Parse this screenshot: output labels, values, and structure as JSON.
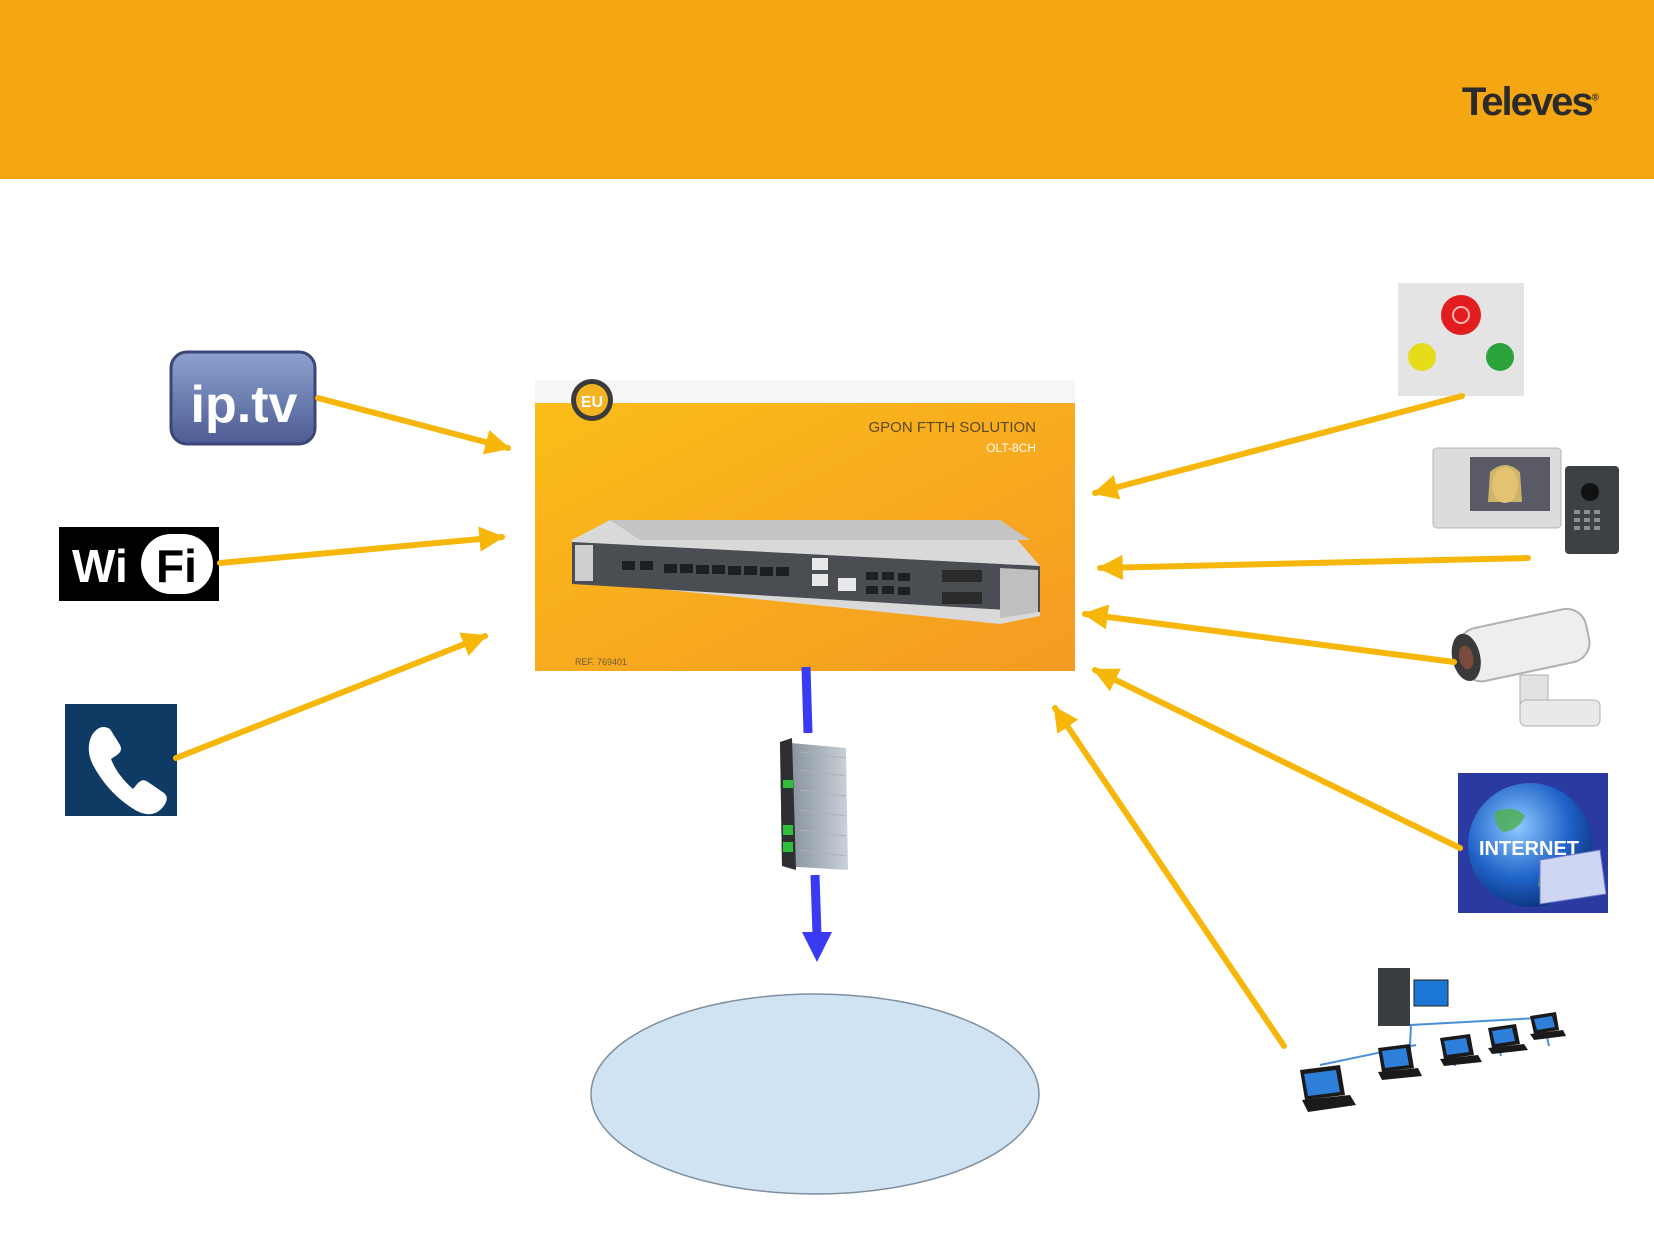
{
  "header": {
    "brand": "Televes"
  },
  "olt": {
    "title": "GPON FTTH SOLUTION",
    "subtitle": "OLT-8CH",
    "ref": "REF. 769401",
    "badge": "EU"
  },
  "services_left": [
    {
      "name": "iptv",
      "label_main": "ip",
      "label_end": "tv",
      "icon": "iptv-logo"
    },
    {
      "name": "wifi",
      "label_a": "Wi",
      "label_b": "Fi",
      "icon": "wifi-logo"
    },
    {
      "name": "telephone",
      "icon": "phone-icon"
    }
  ],
  "services_right": [
    {
      "name": "alarm",
      "icon": "alarm-buttons-icon"
    },
    {
      "name": "video-intercom",
      "icon": "video-intercom-icon"
    },
    {
      "name": "cctv",
      "icon": "security-camera-icon"
    },
    {
      "name": "internet",
      "label": "INTERNET",
      "icon": "globe-icon"
    },
    {
      "name": "lan",
      "icon": "computer-network-icon"
    }
  ],
  "colors": {
    "banner": "#f4a613",
    "arrow_yellow": "#f6b60a",
    "arrow_blue": "#3a3af2",
    "ellipse_fill": "#cfe3f3",
    "olt_panel": "#f5a323"
  }
}
